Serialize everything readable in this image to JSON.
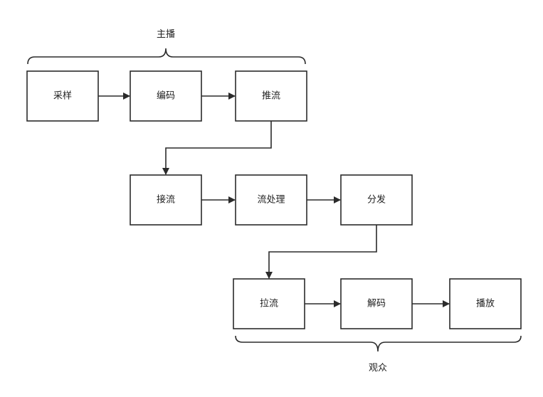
{
  "diagram": {
    "groups": {
      "streamer": "主播",
      "audience": "观众"
    },
    "nodes": {
      "capture": "采样",
      "encode": "编码",
      "push": "推流",
      "ingest": "接流",
      "process": "流处理",
      "distribute": "分发",
      "pull": "拉流",
      "decode": "解码",
      "play": "播放"
    }
  }
}
